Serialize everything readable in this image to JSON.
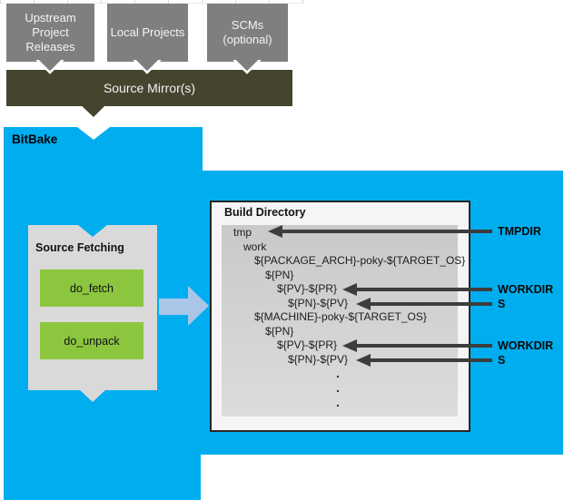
{
  "colors": {
    "bitbake_blue": "#00aeef",
    "mirror_olive": "#45452f",
    "source_gray": "#7f7f7f",
    "panel_gray": "#d9d9d9",
    "task_green": "#8cc63f",
    "pointer_dark": "#3d3d3d",
    "flow_arrow_blue": "#a9c6e8"
  },
  "upstream": {
    "boxes": [
      {
        "label": "Upstream Project Releases"
      },
      {
        "label": "Local Projects"
      },
      {
        "label": "SCMs (optional)"
      }
    ],
    "mirror_label": "Source Mirror(s)"
  },
  "bitbake": {
    "label": "BitBake",
    "source_fetching": {
      "title": "Source Fetching",
      "tasks": [
        {
          "label": "do_fetch"
        },
        {
          "label": "do_unpack"
        }
      ]
    },
    "build_directory": {
      "title": "Build Directory",
      "tree": [
        {
          "text": "tmp"
        },
        {
          "text": "work"
        },
        {
          "text": "${PACKAGE_ARCH}-poky-${TARGET_OS}"
        },
        {
          "text": "${PN}"
        },
        {
          "text": "${PV}-${PR}"
        },
        {
          "text": "${PN}-${PV}"
        },
        {
          "text": "${MACHINE}-poky-${TARGET_OS}"
        },
        {
          "text": "${PN}"
        },
        {
          "text": "${PV}-${PR}"
        },
        {
          "text": "${PN}-${PV}"
        }
      ],
      "ellipsis": [
        {
          "text": "."
        },
        {
          "text": "."
        },
        {
          "text": "."
        }
      ]
    },
    "pointers": [
      {
        "label": "TMPDIR"
      },
      {
        "label": "WORKDIR"
      },
      {
        "label": "S"
      },
      {
        "label": "WORKDIR"
      },
      {
        "label": "S"
      }
    ]
  }
}
